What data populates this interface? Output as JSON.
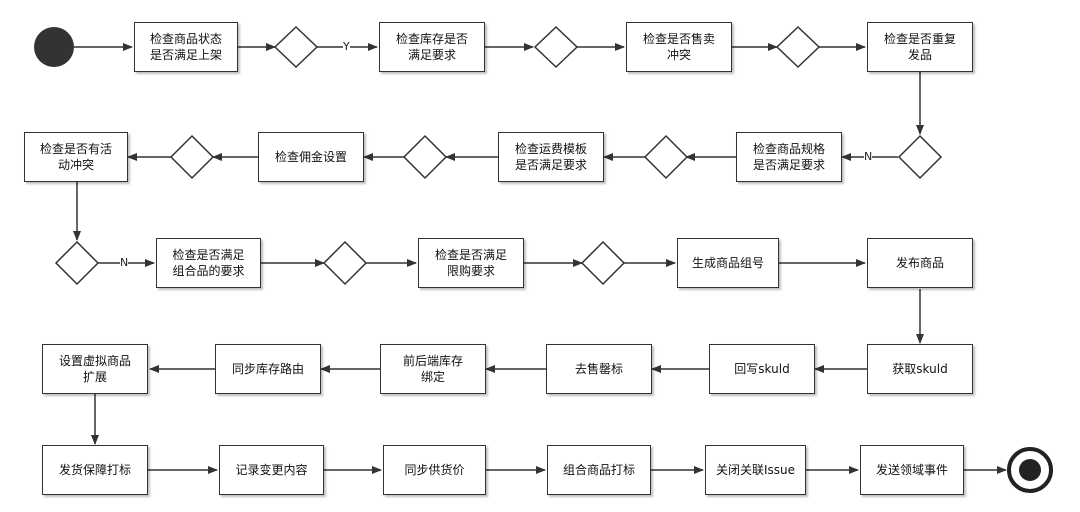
{
  "nodes": {
    "n1": "检查商品状态\n是否满足上架",
    "n2": "检查库存是否\n满足要求",
    "n3": "检查是否售卖\n冲突",
    "n4": "检查是否重复\n发品",
    "n5": "检查商品规格\n是否满足要求",
    "n6": "检查运费模板\n是否满足要求",
    "n7": "检查佣金设置",
    "n8": "检查是否有活\n动冲突",
    "n9": "检查是否满足\n组合品的要求",
    "n10": "检查是否满足\n限购要求",
    "n11": "生成商品组号",
    "n12": "发布商品",
    "n13": "获取skuld",
    "n14": "回写skuld",
    "n15": "去售罄标",
    "n16": "前后端库存\n绑定",
    "n17": "同步库存路由",
    "n18": "设置虚拟商品\n扩展",
    "n19": "发货保障打标",
    "n20": "记录变更内容",
    "n21": "同步供货价",
    "n22": "组合商品打标",
    "n23": "关闭关联Issue",
    "n24": "发送领域事件"
  },
  "edge_labels": {
    "yes": "Y",
    "no1": "N",
    "no2": "N"
  }
}
